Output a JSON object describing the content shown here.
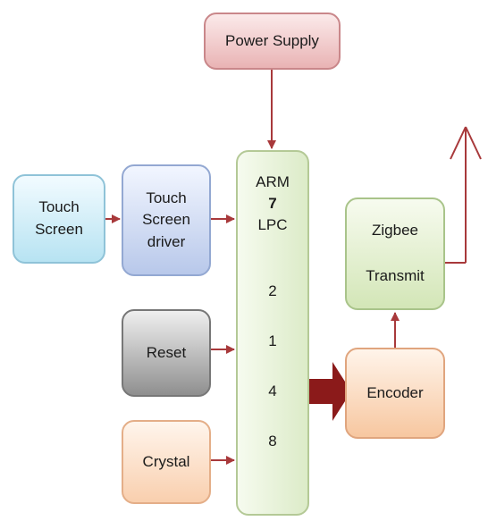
{
  "blocks": {
    "power_supply": "Power Supply",
    "touch_screen": [
      "Touch",
      "Screen"
    ],
    "touch_screen_driver": [
      "Touch",
      "Screen",
      "driver"
    ],
    "arm": {
      "top": [
        "ARM",
        "7",
        "LPC"
      ],
      "digits": [
        "2",
        "1",
        "4",
        "8"
      ]
    },
    "zigbee": [
      "Zigbee",
      "Transmit"
    ],
    "reset": "Reset",
    "encoder": "Encoder",
    "crystal": "Crystal"
  },
  "colors": {
    "arrow": "#a8393b",
    "big_arrow": "#8b1a1a",
    "antenna": "#a8393b"
  }
}
